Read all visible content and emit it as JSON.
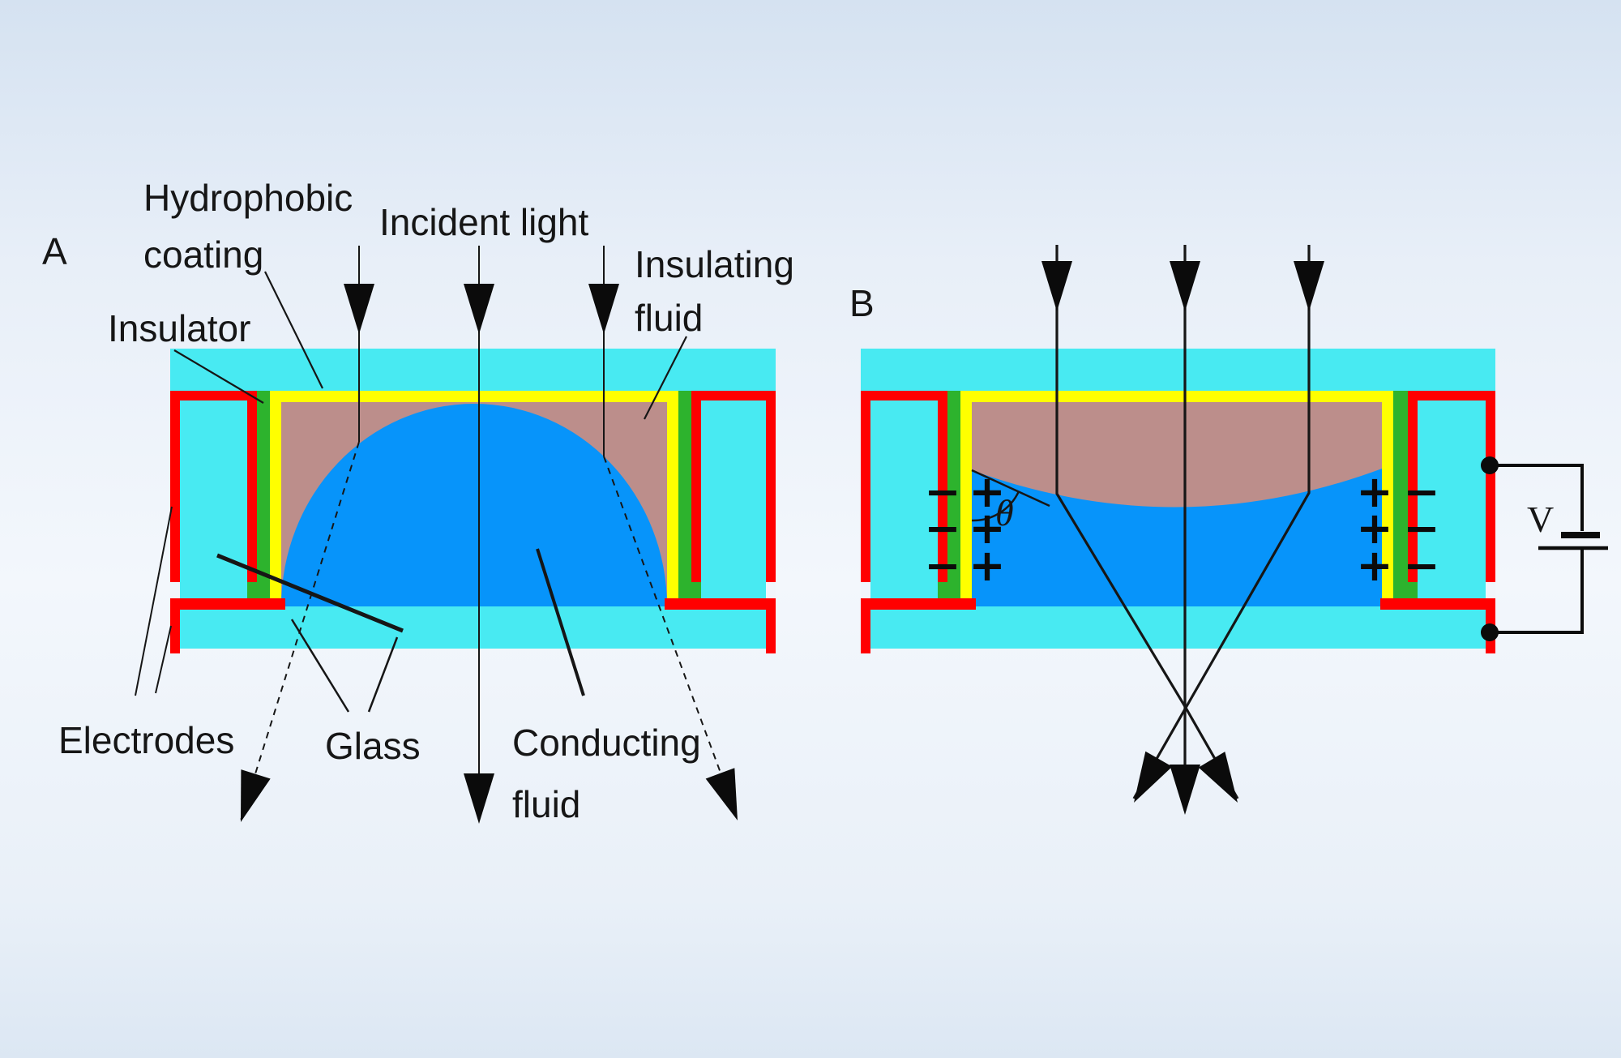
{
  "figure": {
    "description": "Electrowetting variable-focus liquid lens diagram, panels A (no voltage) and B (voltage applied)",
    "panelA_label": "A",
    "panelB_label": "B"
  },
  "labels": {
    "hydrophobic_line1": "Hydrophobic",
    "hydrophobic_line2": "coating",
    "incident_light": "Incident light",
    "insulator": "Insulator",
    "insulating_line1": "Insulating",
    "insulating_line2": "fluid",
    "electrodes": "Electrodes",
    "glass": "Glass",
    "conducting_line1": "Conducting",
    "conducting_line2": "fluid"
  },
  "panelB": {
    "voltage": "V",
    "contact_angle": "θ",
    "plus": "+",
    "minus": "−"
  },
  "colors": {
    "glass_cyan": "#48EAF2",
    "electrode_red": "#FF0000",
    "insulator_green": "#2DB32D",
    "hydrophobic_yellow": "#FFFF00",
    "insulating_fluid_brown": "#BC8E8B",
    "conducting_fluid_blue": "#0794FA",
    "line_black": "#161616",
    "background_blue_white": "#E8EFF8"
  }
}
